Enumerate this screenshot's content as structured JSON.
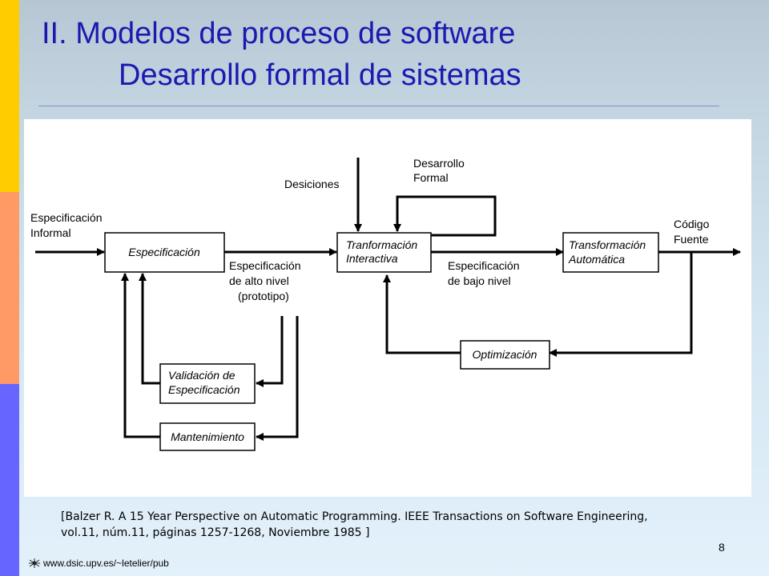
{
  "slide": {
    "title_line1": "II. Modelos de proceso de software",
    "title_line2": "Desarrollo formal de sistemas",
    "reference_line1": "[Balzer R. A 15 Year Perspective on Automatic Programming. IEEE Transactions on Software Engineering,",
    "reference_line2": "vol.11, núm.11, páginas 1257-1268, Noviembre 1985 ]",
    "page_number": "8",
    "footer_url": "www.dsic.upv.es/~letelier/pub",
    "footer_icon": "spider-logo-icon"
  },
  "diagram": {
    "boxes": {
      "especificacion": "Especificación",
      "transformacion_interactiva_1": "Tranformación",
      "transformacion_interactiva_2": "Interactiva",
      "transformacion_automatica_1": "Transformación",
      "transformacion_automatica_2": "Automática",
      "optimizacion": "Optimización",
      "validacion_1": "Validación de",
      "validacion_2": "Especificación",
      "mantenimiento": "Mantenimiento"
    },
    "labels": {
      "spec_informal_1": "Especificación",
      "spec_informal_2": "Informal",
      "desiciones": "Desiciones",
      "desarrollo_formal_1": "Desarrollo",
      "desarrollo_formal_2": "Formal",
      "alto_nivel_1": "Especificación",
      "alto_nivel_2": "de alto nivel",
      "alto_nivel_3": "(prototipo)",
      "bajo_nivel_1": "Especificación",
      "bajo_nivel_2": "de bajo nivel",
      "codigo_fuente_1": "Código",
      "codigo_fuente_2": "Fuente"
    }
  },
  "colors": {
    "title": "#1a1ab0",
    "strip_yellow": "#ffcc00",
    "strip_orange": "#ff9966",
    "strip_blue": "#6666ff"
  }
}
